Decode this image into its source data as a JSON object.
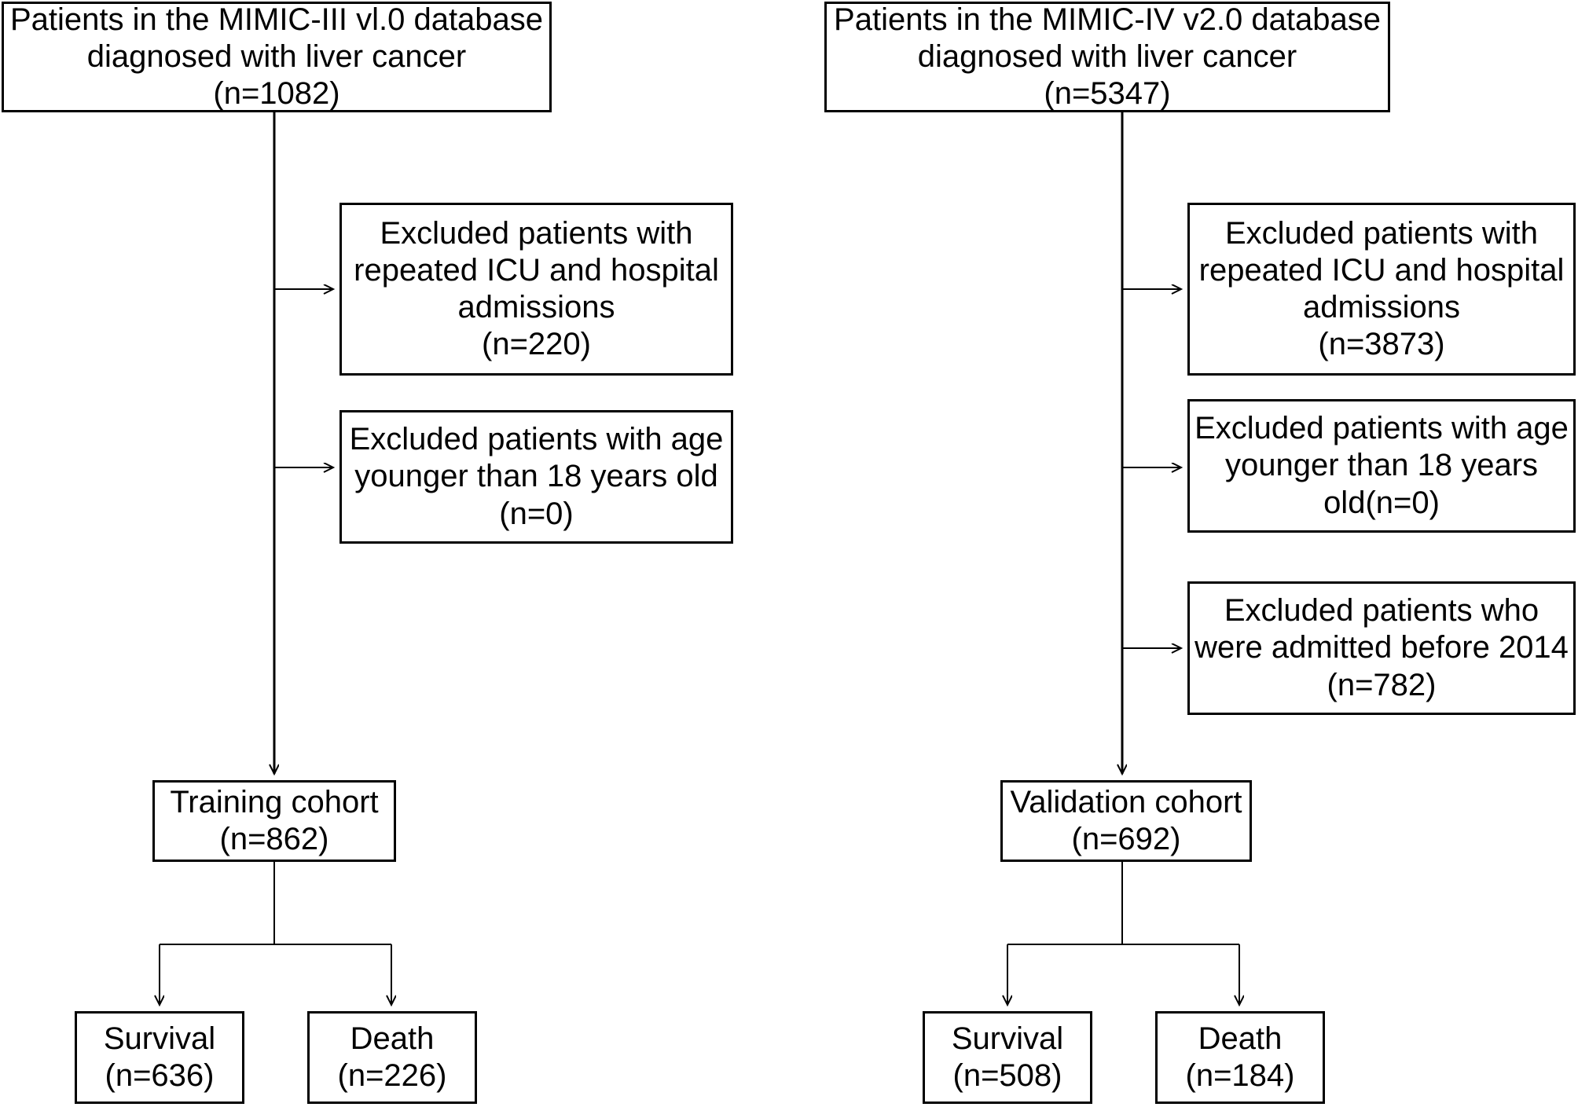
{
  "diagram": {
    "title": "Patient selection flow diagram for MIMIC-III training cohort and MIMIC-IV validation cohort",
    "stroke_color": "#000000",
    "background_color": "#ffffff"
  },
  "left_branch": {
    "source": {
      "line1": "Patients in the MIMIC-III vl.0 database",
      "line2": "diagnosed with liver cancer",
      "line3": "(n=1082)"
    },
    "exclusions": [
      {
        "line1": "Excluded patients with",
        "line2": "repeated ICU and hospital",
        "line3": "admissions",
        "line4": "(n=220)"
      },
      {
        "line1": "Excluded patients with age",
        "line2": "younger than 18 years old",
        "line3": "(n=0)"
      }
    ],
    "cohort": {
      "line1": "Training cohort",
      "line2": "(n=862)"
    },
    "outcomes": [
      {
        "line1": "Survival",
        "line2": "(n=636)"
      },
      {
        "line1": "Death",
        "line2": "(n=226)"
      }
    ]
  },
  "right_branch": {
    "source": {
      "line1": "Patients in the MIMIC-IV v2.0 database",
      "line2": "diagnosed with liver cancer",
      "line3": "(n=5347)"
    },
    "exclusions": [
      {
        "line1": "Excluded patients with",
        "line2": "repeated ICU and hospital",
        "line3": "admissions",
        "line4": "(n=3873)"
      },
      {
        "line1": "Excluded patients with age",
        "line2": "younger than 18 years",
        "line3": "old(n=0)"
      },
      {
        "line1": "Excluded patients who",
        "line2": "were admitted before 2014",
        "line3": "(n=782)"
      }
    ],
    "cohort": {
      "line1": "Validation cohort",
      "line2": "(n=692)"
    },
    "outcomes": [
      {
        "line1": "Survival",
        "line2": "(n=508)"
      },
      {
        "line1": "Death",
        "line2": "(n=184)"
      }
    ]
  }
}
